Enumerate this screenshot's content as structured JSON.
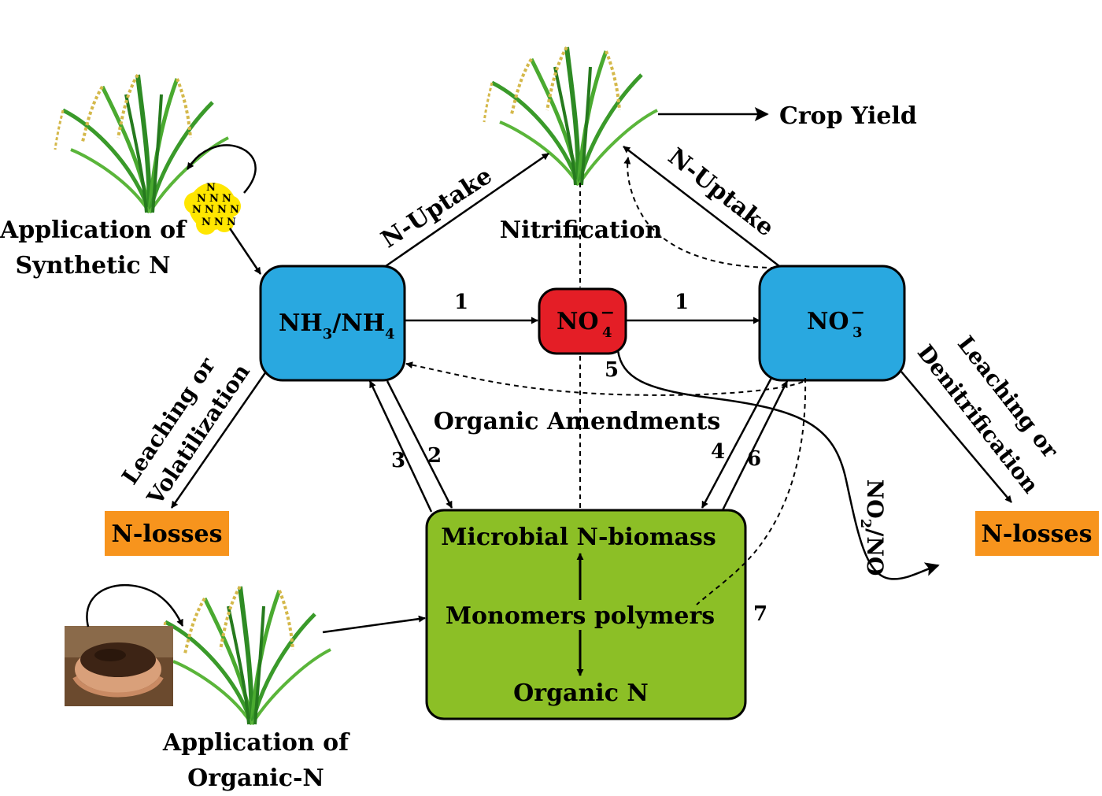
{
  "labels": {
    "crop_yield": "Crop Yield",
    "synthetic_line1": "Application of",
    "synthetic_line2": "Synthetic N",
    "organic_line1": "Application of",
    "organic_line2": "Organic-N",
    "n_uptake_left": "N-Uptake",
    "n_uptake_right": "N-Uptake",
    "nitrification": "Nitrification",
    "organic_amendments": "Organic Amendments",
    "leach_vol_line1": "Leaching or",
    "leach_vol_line2": "Volatilization",
    "leach_denit_line1": "Leaching or",
    "leach_denit_line2": "Denitrification",
    "no2_no": "NO2/NO"
  },
  "boxes": {
    "nh3": {
      "main": "NH",
      "sub1": "3",
      "mid": "/NH",
      "sub2": "4",
      "color": "#29a8e0"
    },
    "no4": {
      "main": "NO",
      "sub": "4",
      "sup": "−",
      "color": "#e41e26"
    },
    "no3": {
      "main": "NO",
      "sub": "3",
      "sup": "−",
      "color": "#29a8e0"
    },
    "microbial": {
      "line1": "Microbial N-biomass",
      "line2": "Monomers polymers",
      "line3": "Organic N",
      "color": "#8cbf26"
    },
    "n_losses_left": {
      "label": "N-losses",
      "color": "#f7941d"
    },
    "n_losses_right": {
      "label": "N-losses",
      "color": "#f7941d"
    }
  },
  "nitrogen_glyph": "N",
  "step_numbers": {
    "nh3_to_no4": "1",
    "no4_to_no3": "1",
    "nh3_to_mic": "2",
    "mic_to_nh3": "3",
    "no3_to_mic": "4",
    "no4_emission": "5",
    "mic_to_no3": "6",
    "monomers_dotted": "7"
  },
  "icons": [
    "rice-plant-icon",
    "nitrogen-cluster-icon",
    "soil-hands-icon"
  ]
}
